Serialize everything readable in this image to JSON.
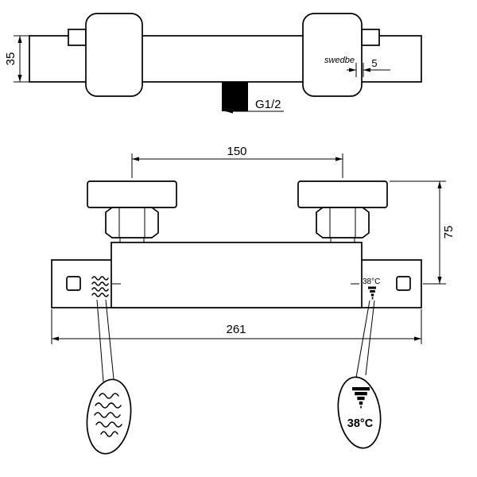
{
  "colors": {
    "line": "#000000",
    "background": "#ffffff"
  },
  "top_view": {
    "height_label": "35",
    "offset_label": "5",
    "thread_label": "G1/2",
    "brand": "swedbe"
  },
  "front_view": {
    "spacing_label": "150",
    "height_label": "75",
    "width_label": "261",
    "temp_label": "38°C",
    "icons": {
      "flow": "water-flow-waves-icon",
      "temperature": "temperature-cone-icon"
    }
  },
  "callouts": {
    "flow": {
      "icon": "water-flow-waves-icon"
    },
    "temperature": {
      "icon": "temperature-cone-icon",
      "label": "38°C"
    }
  }
}
